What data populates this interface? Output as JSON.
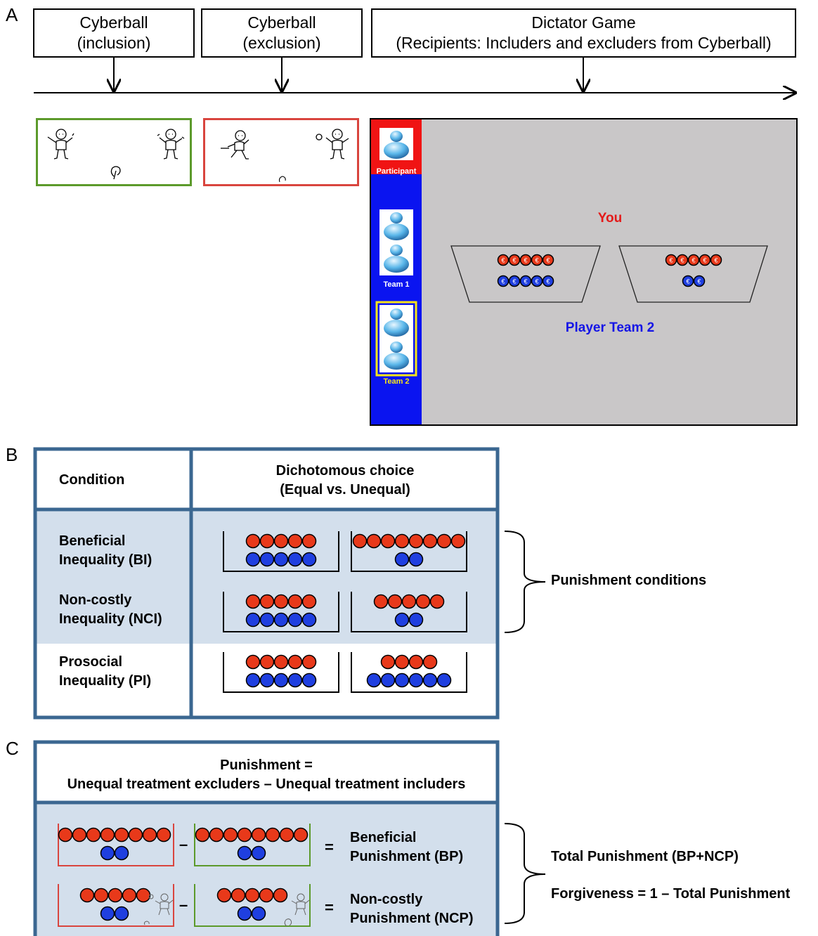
{
  "panels": {
    "a": "A",
    "b": "B",
    "c": "C"
  },
  "timeline": {
    "box1_line1": "Cyberball",
    "box1_line2": "(inclusion)",
    "box2_line1": "Cyberball",
    "box2_line2": "(exclusion)",
    "box3_line1": "Dictator Game",
    "box3_line2": "(Recipients: Includers and excluders from Cyberball)"
  },
  "game_screen": {
    "participant_label": "Participant",
    "team1_label": "Team 1",
    "team2_label": "Team 2",
    "you_label": "You",
    "player_label": "Player Team 2",
    "coin_symbol": "€",
    "left_bowl": {
      "red": 5,
      "blue": 5
    },
    "right_bowl": {
      "red": 5,
      "blue": 2
    }
  },
  "table_b": {
    "header_condition": "Condition",
    "header_choice_line1": "Dichotomous choice",
    "header_choice_line2": "(Equal vs. Unequal)",
    "rows": [
      {
        "line1": "Beneficial",
        "line2": "Inequality (BI)",
        "equal": {
          "red": 5,
          "blue": 5
        },
        "unequal": {
          "red": 8,
          "blue": 2
        }
      },
      {
        "line1": "Non-costly",
        "line2": "Inequality (NCI)",
        "equal": {
          "red": 5,
          "blue": 5
        },
        "unequal": {
          "red": 5,
          "blue": 2
        }
      },
      {
        "line1": "Prosocial",
        "line2": "Inequality (PI)",
        "equal": {
          "red": 5,
          "blue": 5
        },
        "unequal": {
          "red": 4,
          "blue": 6
        }
      }
    ],
    "brace_label": "Punishment conditions"
  },
  "table_c": {
    "formula_line1": "Punishment =",
    "formula_line2": "Unequal treatment excluders – Unequal treatment includers",
    "minus": "–",
    "equals": "=",
    "rows": [
      {
        "line1": "Beneficial",
        "line2": "Punishment (BP)",
        "red": 8,
        "blue": 2
      },
      {
        "line1": "Non-costly",
        "line2": "Punishment (NCP)",
        "red": 5,
        "blue": 2
      }
    ],
    "total_label": "Total Punishment (BP+NCP)",
    "forgiveness_label": "Forgiveness = 1 – Total Punishment"
  },
  "colors": {
    "red_coin": "#e8391a",
    "blue_coin": "#1f3fe0",
    "table_border": "#3b6791",
    "table_fill": "#d3dfec",
    "inclusion_green": "#5c9a2b",
    "exclusion_red": "#d9453e",
    "screen_gray": "#c9c7c8",
    "sidebar_blue": "#0a14f0",
    "sidebar_red": "#f01414",
    "highlight_yellow": "#f6e51a"
  }
}
